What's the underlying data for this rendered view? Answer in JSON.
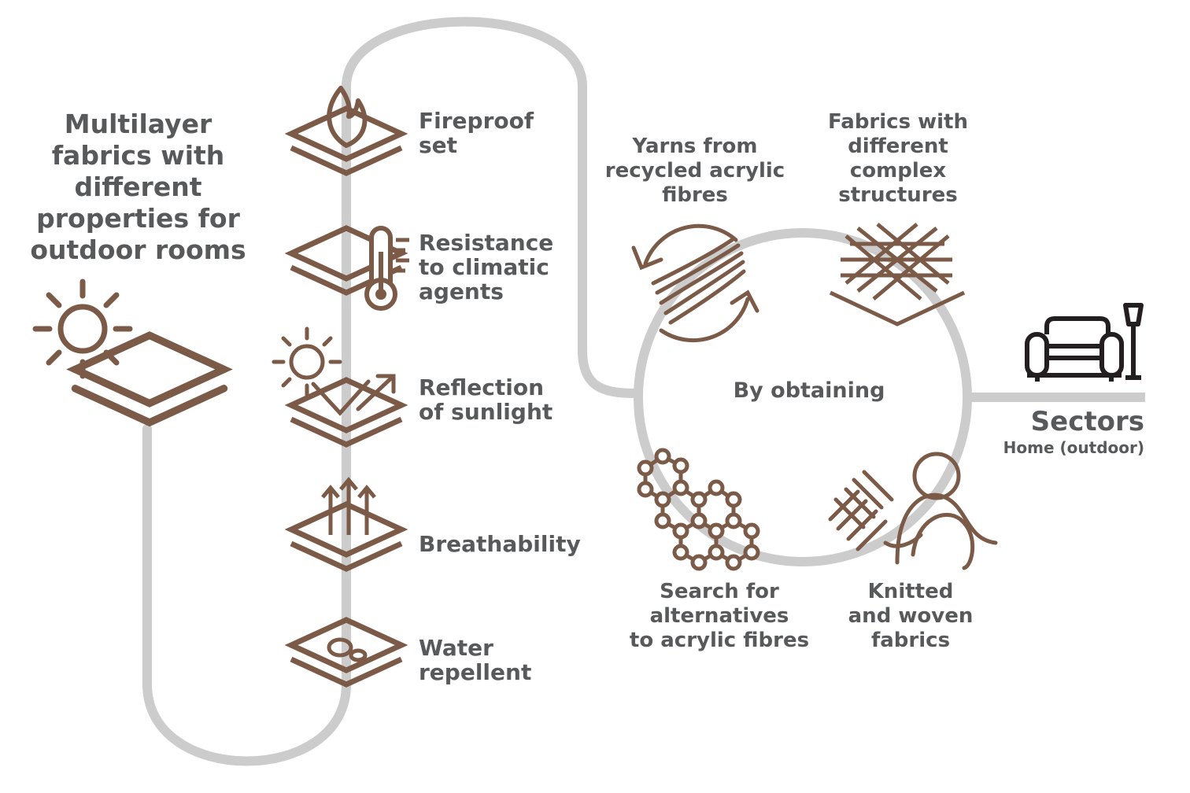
{
  "title": "Multilayer\nfabrics with\ndifferent\nproperties for\noutdoor rooms",
  "properties": [
    {
      "label": "Fireproof\nset",
      "icon": "flame-layers-icon"
    },
    {
      "label": "Resistance\nto climatic\nagents",
      "icon": "thermometer-layers-icon"
    },
    {
      "label": "Reflection\nof sunlight",
      "icon": "sun-reflection-layers-icon"
    },
    {
      "label": "Breathability",
      "icon": "breathability-arrows-layers-icon"
    },
    {
      "label": "Water\nrepellent",
      "icon": "water-drops-layers-icon"
    }
  ],
  "center_label": "By obtaining",
  "outcomes": [
    {
      "label": "Yarns from\nrecycled acrylic\nfibres",
      "icon": "recycled-fibres-icon"
    },
    {
      "label": "Fabrics with\ndifferent\ncomplex\nstructures",
      "icon": "complex-structure-fabric-icon"
    },
    {
      "label": "Search for\nalternatives\nto acrylic fibres",
      "icon": "molecule-chain-icon"
    },
    {
      "label": "Knitted\nand woven\nfabrics",
      "icon": "knitted-woven-icon"
    }
  ],
  "sectors": {
    "title": "Sectors",
    "subtitle": "Home (outdoor)",
    "icon": "armchair-lamp-icon"
  },
  "colors": {
    "brown": "#7b5a47",
    "gray_line": "#cccccc",
    "text": "#58595b",
    "dark_icon": "#231f20"
  }
}
